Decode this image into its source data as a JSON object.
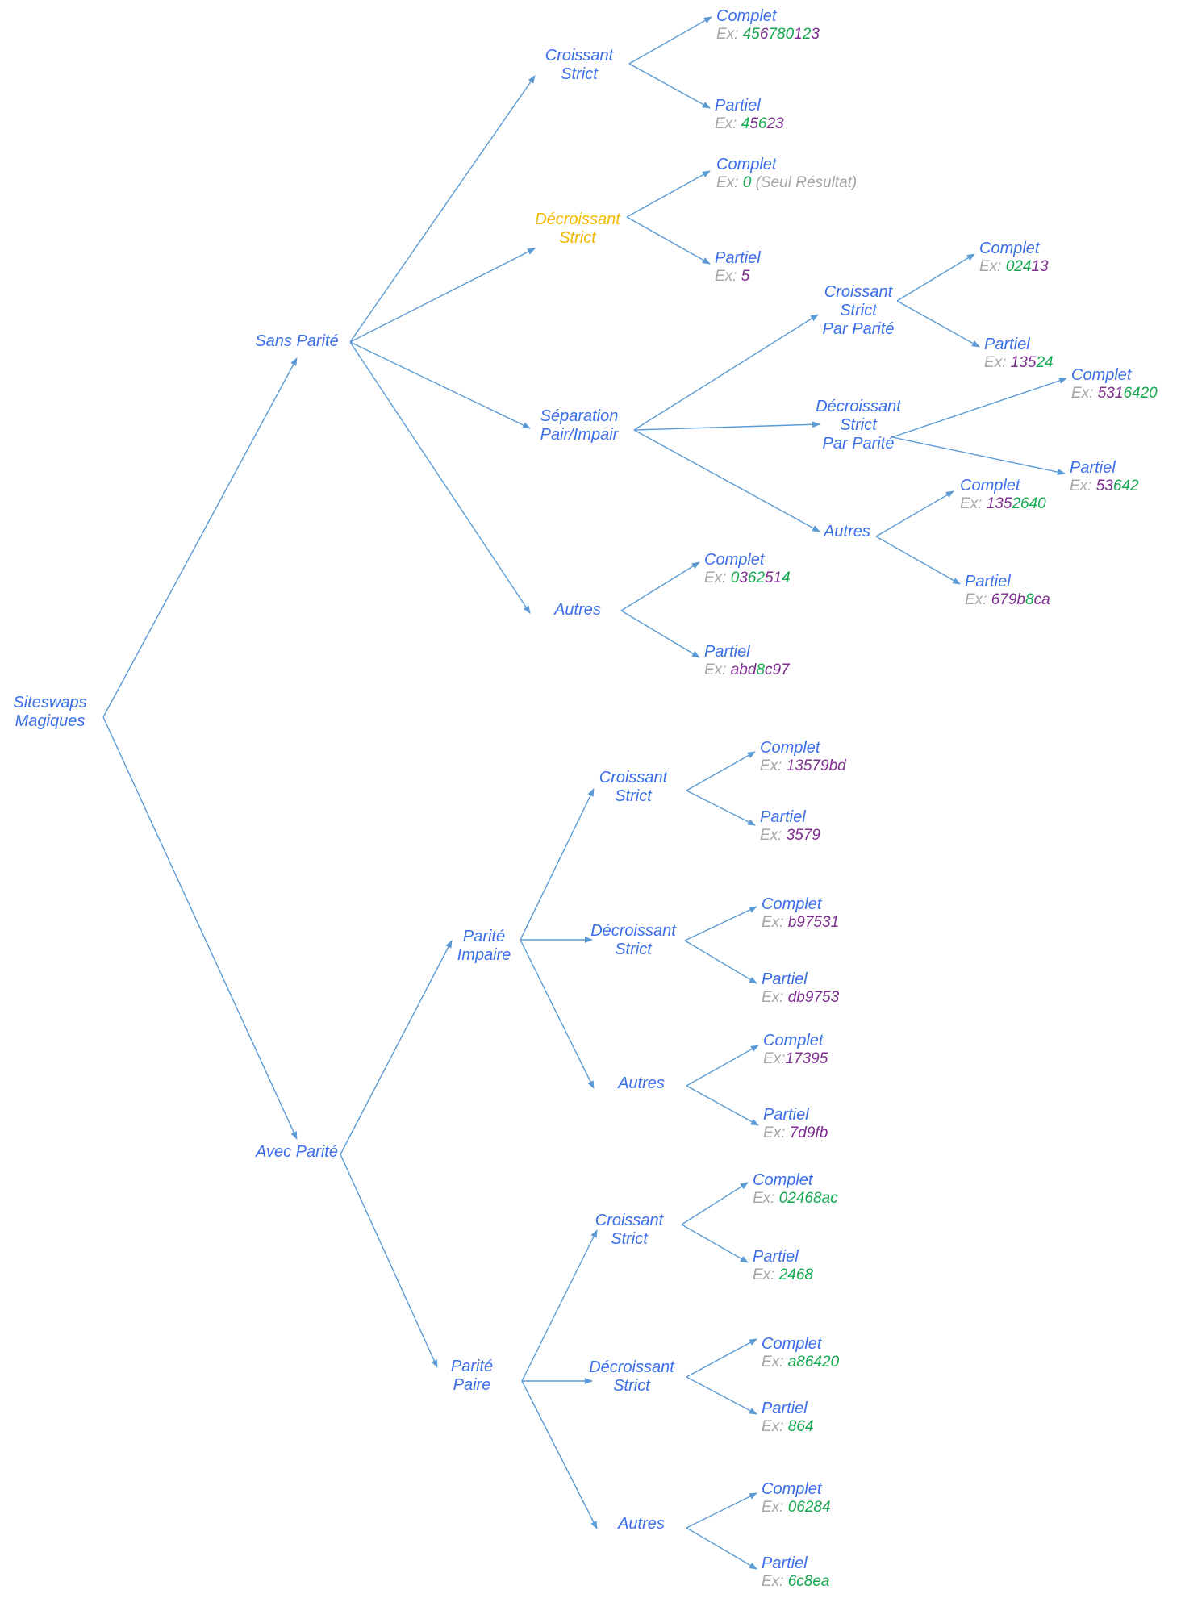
{
  "colors": {
    "label": "#3a6ee8",
    "highlight": "#f2b800",
    "edge": "#5b9bd5",
    "ex_prefix": "#a6a6a6",
    "even": "#13a84f",
    "odd": "#7d2e8f"
  },
  "root": {
    "lines": [
      "Siteswaps",
      "Magiques"
    ]
  },
  "nodes": [
    {
      "id": "sans-parite",
      "lines": [
        "Sans Parité"
      ]
    },
    {
      "id": "avec-parite",
      "lines": [
        "Avec Parité"
      ]
    },
    {
      "id": "sp-croissant-strict",
      "lines": [
        "Croissant",
        "Strict"
      ]
    },
    {
      "id": "sp-decroissant-strict",
      "lines": [
        "Décroissant",
        "Strict"
      ],
      "highlight": true
    },
    {
      "id": "sp-separation",
      "lines": [
        "Séparation",
        "Pair/Impair"
      ]
    },
    {
      "id": "sp-autres",
      "lines": [
        "Autres"
      ]
    },
    {
      "id": "sep-croissant",
      "lines": [
        "Croissant",
        "Strict",
        "Par Parité"
      ]
    },
    {
      "id": "sep-decroissant",
      "lines": [
        "Décroissant",
        "Strict",
        "Par Parité"
      ]
    },
    {
      "id": "sep-autres",
      "lines": [
        "Autres"
      ]
    },
    {
      "id": "parite-impaire",
      "lines": [
        "Parité",
        "Impaire"
      ]
    },
    {
      "id": "parite-paire",
      "lines": [
        "Parité",
        "Paire"
      ]
    },
    {
      "id": "imp-croissant",
      "lines": [
        "Croissant",
        "Strict"
      ]
    },
    {
      "id": "imp-decroissant",
      "lines": [
        "Décroissant",
        "Strict"
      ]
    },
    {
      "id": "imp-autres",
      "lines": [
        "Autres"
      ]
    },
    {
      "id": "pai-croissant",
      "lines": [
        "Croissant",
        "Strict"
      ]
    },
    {
      "id": "pai-decroissant",
      "lines": [
        "Décroissant",
        "Strict"
      ]
    },
    {
      "id": "pai-autres",
      "lines": [
        "Autres"
      ]
    }
  ],
  "leaves": [
    {
      "id": "spc-complet",
      "label": "Complet",
      "prefix": "Ex: ",
      "segments": [
        [
          "45",
          "even"
        ],
        [
          "6",
          "odd"
        ],
        [
          "780",
          "even"
        ],
        [
          "1",
          "odd"
        ],
        [
          "2",
          "even"
        ],
        [
          "3",
          "odd"
        ]
      ]
    },
    {
      "id": "spc-partiel",
      "label": "Partiel",
      "prefix": "Ex: ",
      "segments": [
        [
          "4",
          "even"
        ],
        [
          "5",
          "odd"
        ],
        [
          "6",
          "even"
        ],
        [
          "23",
          "odd"
        ]
      ]
    },
    {
      "id": "spd-complet",
      "label": "Complet",
      "prefix": "Ex: ",
      "segments": [
        [
          "0",
          "even"
        ]
      ],
      "note": " (Seul Résultat)"
    },
    {
      "id": "spd-partiel",
      "label": "Partiel",
      "prefix": "Ex: ",
      "segments": [
        [
          "5",
          "odd"
        ]
      ]
    },
    {
      "id": "sepc-complet",
      "label": "Complet",
      "prefix": "Ex: ",
      "segments": [
        [
          "024",
          "even"
        ],
        [
          "13",
          "odd"
        ]
      ]
    },
    {
      "id": "sepc-partiel",
      "label": "Partiel",
      "prefix": "Ex: ",
      "segments": [
        [
          "135",
          "odd"
        ],
        [
          "24",
          "even"
        ]
      ]
    },
    {
      "id": "sepd-complet",
      "label": "Complet",
      "prefix": "Ex: ",
      "segments": [
        [
          "531",
          "odd"
        ],
        [
          "6420",
          "even"
        ]
      ]
    },
    {
      "id": "sepd-partiel",
      "label": "Partiel",
      "prefix": "Ex: ",
      "segments": [
        [
          "53",
          "odd"
        ],
        [
          "642",
          "even"
        ]
      ]
    },
    {
      "id": "sepa-complet",
      "label": "Complet",
      "prefix": "Ex: ",
      "segments": [
        [
          "135",
          "odd"
        ],
        [
          "2640",
          "even"
        ]
      ]
    },
    {
      "id": "sepa-partiel",
      "label": "Partiel",
      "prefix": "Ex: ",
      "segments": [
        [
          "679b",
          "odd"
        ],
        [
          "8",
          "even"
        ],
        [
          "ca",
          "odd"
        ]
      ]
    },
    {
      "id": "spa-complet",
      "label": "Complet",
      "prefix": "Ex: ",
      "segments": [
        [
          "0",
          "even"
        ],
        [
          "3",
          "odd"
        ],
        [
          "62",
          "even"
        ],
        [
          "51",
          "odd"
        ],
        [
          "4",
          "even"
        ]
      ]
    },
    {
      "id": "spa-partiel",
      "label": "Partiel",
      "prefix": "Ex: ",
      "segments": [
        [
          "abd",
          "odd"
        ],
        [
          "8",
          "even"
        ],
        [
          "c",
          "odd"
        ],
        [
          "97",
          "odd"
        ]
      ]
    },
    {
      "id": "ic-complet",
      "label": "Complet",
      "prefix": "Ex: ",
      "segments": [
        [
          "13579bd",
          "odd"
        ]
      ]
    },
    {
      "id": "ic-partiel",
      "label": "Partiel",
      "prefix": "Ex: ",
      "segments": [
        [
          "3579",
          "odd"
        ]
      ]
    },
    {
      "id": "id-complet",
      "label": "Complet",
      "prefix": "Ex: ",
      "segments": [
        [
          "b97531",
          "odd"
        ]
      ]
    },
    {
      "id": "id-partiel",
      "label": "Partiel",
      "prefix": "Ex: ",
      "segments": [
        [
          "db9753",
          "odd"
        ]
      ]
    },
    {
      "id": "ia-complet",
      "label": "Complet",
      "prefix": "Ex:",
      "segments": [
        [
          "17395",
          "odd"
        ]
      ]
    },
    {
      "id": "ia-partiel",
      "label": "Partiel",
      "prefix": "Ex: ",
      "segments": [
        [
          "7d9fb",
          "odd"
        ]
      ]
    },
    {
      "id": "pc-complet",
      "label": "Complet",
      "prefix": "Ex: ",
      "segments": [
        [
          "02468ac",
          "even"
        ]
      ]
    },
    {
      "id": "pc-partiel",
      "label": "Partiel",
      "prefix": "Ex: ",
      "segments": [
        [
          "2468",
          "even"
        ]
      ]
    },
    {
      "id": "pd-complet",
      "label": "Complet",
      "prefix": "Ex: ",
      "segments": [
        [
          "a86420",
          "even"
        ]
      ]
    },
    {
      "id": "pd-partiel",
      "label": "Partiel",
      "prefix": "Ex: ",
      "segments": [
        [
          "864",
          "even"
        ]
      ]
    },
    {
      "id": "pa-complet",
      "label": "Complet",
      "prefix": "Ex: ",
      "segments": [
        [
          "06284",
          "even"
        ]
      ]
    },
    {
      "id": "pa-partiel",
      "label": "Partiel",
      "prefix": "Ex: ",
      "segments": [
        [
          "6c8ea",
          "even"
        ]
      ]
    }
  ],
  "edges": [
    [
      "root",
      "sans-parite"
    ],
    [
      "root",
      "avec-parite"
    ],
    [
      "sans-parite",
      "sp-croissant-strict"
    ],
    [
      "sans-parite",
      "sp-decroissant-strict"
    ],
    [
      "sans-parite",
      "sp-separation"
    ],
    [
      "sans-parite",
      "sp-autres"
    ],
    [
      "sp-croissant-strict",
      "spc-complet"
    ],
    [
      "sp-croissant-strict",
      "spc-partiel"
    ],
    [
      "sp-decroissant-strict",
      "spd-complet"
    ],
    [
      "sp-decroissant-strict",
      "spd-partiel"
    ],
    [
      "sp-separation",
      "sep-croissant"
    ],
    [
      "sp-separation",
      "sep-decroissant"
    ],
    [
      "sp-separation",
      "sep-autres"
    ],
    [
      "sep-croissant",
      "sepc-complet"
    ],
    [
      "sep-croissant",
      "sepc-partiel"
    ],
    [
      "sep-decroissant",
      "sepd-complet"
    ],
    [
      "sep-decroissant",
      "sepd-partiel"
    ],
    [
      "sep-autres",
      "sepa-complet"
    ],
    [
      "sep-autres",
      "sepa-partiel"
    ],
    [
      "sp-autres",
      "spa-complet"
    ],
    [
      "sp-autres",
      "spa-partiel"
    ],
    [
      "avec-parite",
      "parite-impaire"
    ],
    [
      "avec-parite",
      "parite-paire"
    ],
    [
      "parite-impaire",
      "imp-croissant"
    ],
    [
      "parite-impaire",
      "imp-decroissant"
    ],
    [
      "parite-impaire",
      "imp-autres"
    ],
    [
      "imp-croissant",
      "ic-complet"
    ],
    [
      "imp-croissant",
      "ic-partiel"
    ],
    [
      "imp-decroissant",
      "id-complet"
    ],
    [
      "imp-decroissant",
      "id-partiel"
    ],
    [
      "imp-autres",
      "ia-complet"
    ],
    [
      "imp-autres",
      "ia-partiel"
    ],
    [
      "parite-paire",
      "pai-croissant"
    ],
    [
      "parite-paire",
      "pai-decroissant"
    ],
    [
      "parite-paire",
      "pai-autres"
    ],
    [
      "pai-croissant",
      "pc-complet"
    ],
    [
      "pai-croissant",
      "pc-partiel"
    ],
    [
      "pai-decroissant",
      "pd-complet"
    ],
    [
      "pai-decroissant",
      "pd-partiel"
    ],
    [
      "pai-autres",
      "pa-complet"
    ],
    [
      "pai-autres",
      "pa-partiel"
    ]
  ]
}
